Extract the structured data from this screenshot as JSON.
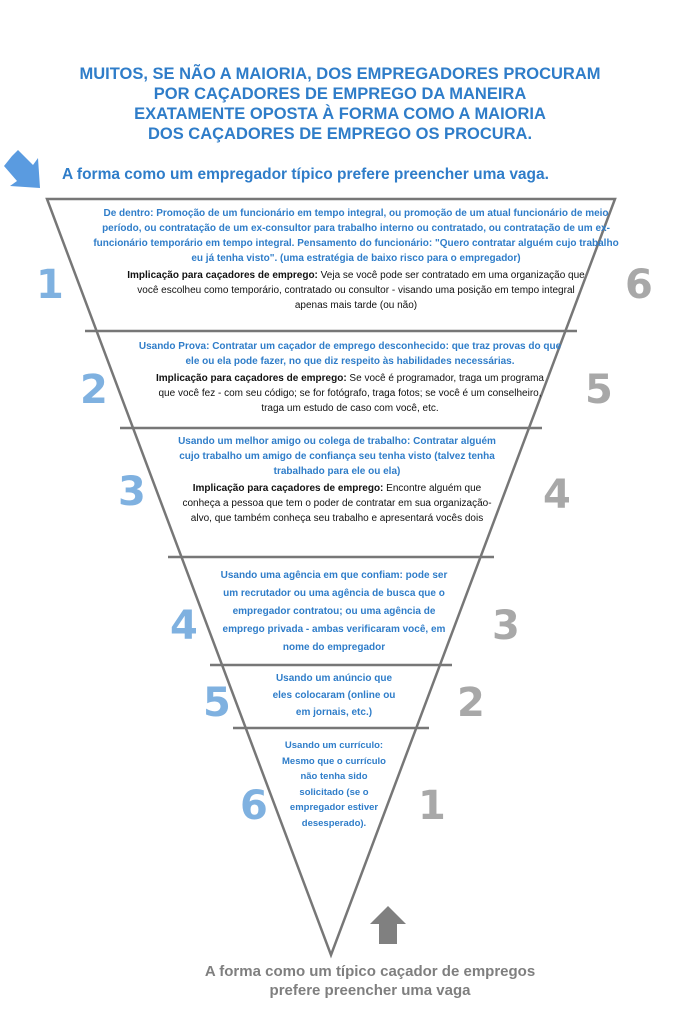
{
  "title_lines": [
    "MUITOS, SE NÃO A MAIORIA, DOS EMPREGADORES PROCURAM",
    "POR CAÇADORES DE EMPREGO DA MANEIRA",
    "EXATAMENTE OPOSTA À FORMA COMO A MAIORIA",
    "DOS CAÇADORES DE EMPREGO OS PROCURA."
  ],
  "employer_caption": "A forma como um empregador típico prefere preencher uma vaga.",
  "seeker_caption_lines": [
    "A forma como um típico caçador de empregos",
    "prefere preencher uma vaga"
  ],
  "levels": [
    {
      "employer_rank": "1",
      "seeker_rank": "6",
      "description": "De dentro: Promoção de um funcionário em tempo integral, ou promoção de um atual funcionário de meio período, ou contratação de um ex-consultor para trabalho interno ou contratado, ou contratação de um ex-funcionário temporário em tempo integral. Pensamento do funcionário: \"Quero contratar alguém cujo trabalho eu já tenha visto\". (uma estratégia de baixo risco para o empregador)",
      "implication_label": "Implicação para caçadores de emprego:",
      "implication_text": " Veja se você pode ser contratado em uma organização que você escolheu como temporário, contratado ou consultor - visando uma posição em tempo integral apenas mais tarde (ou não)"
    },
    {
      "employer_rank": "2",
      "seeker_rank": "5",
      "description": "Usando Prova: Contratar um caçador de emprego desconhecido: que traz provas do que ele ou ela pode fazer, no que diz respeito às habilidades necessárias.",
      "implication_label": "Implicação para caçadores de emprego:",
      "implication_text": " Se você é programador, traga um programa que você fez - com seu código; se for fotógrafo, traga fotos; se você é um conselheiro, traga um estudo de caso com você, etc."
    },
    {
      "employer_rank": "3",
      "seeker_rank": "4",
      "description": "Usando um melhor amigo ou colega de trabalho: Contratar alguém cujo trabalho um amigo de confiança seu tenha visto (talvez tenha trabalhado para ele ou ela)",
      "implication_label": "Implicação para caçadores de emprego:",
      "implication_text": " Encontre alguém que conheça a pessoa que tem o poder de contratar em sua organização-alvo, que também conheça seu trabalho e apresentará vocês dois"
    },
    {
      "employer_rank": "4",
      "seeker_rank": "3",
      "description": "Usando uma agência em que confiam: pode ser um recrutador ou uma agência de busca que o empregador contratou; ou uma agência de emprego privada - ambas verificaram você, em nome do empregador",
      "implication_label": "",
      "implication_text": ""
    },
    {
      "employer_rank": "5",
      "seeker_rank": "2",
      "description": "Usando um anúncio que eles colocaram (online ou em jornais, etc.)",
      "implication_label": "",
      "implication_text": ""
    },
    {
      "employer_rank": "6",
      "seeker_rank": "1",
      "description": "Usando um currículo: Mesmo que o currículo não tenha sido solicitado (se o empregador estiver desesperado).",
      "implication_label": "",
      "implication_text": ""
    }
  ],
  "colors": {
    "blue": "#2f7dc9",
    "light_blue": "#7fb1e0",
    "gray_number": "#a8a8a8",
    "gray_caption": "#7f7f7f",
    "outline": "#777777"
  }
}
